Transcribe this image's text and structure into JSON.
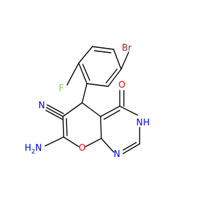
{
  "molecule": {
    "atoms": {
      "br": {
        "label": "Br",
        "color": "#a52a2a"
      },
      "f": {
        "label": "F",
        "color": "#90d050"
      },
      "n_cn": {
        "label": "N",
        "color": "#0000ff"
      },
      "o_co": {
        "label": "O",
        "color": "#ff0000"
      },
      "n3h": {
        "label": "N",
        "color": "#0000ff",
        "h_label": "H"
      },
      "n1": {
        "label": "N",
        "color": "#0000ff"
      },
      "o_r": {
        "label": "O",
        "color": "#ff0000"
      },
      "nh2": {
        "label": "NH",
        "color": "#0000ff",
        "sub": "2",
        "prefix": "H",
        "prefix_sub": "2"
      }
    },
    "bond_color": "#000000"
  }
}
